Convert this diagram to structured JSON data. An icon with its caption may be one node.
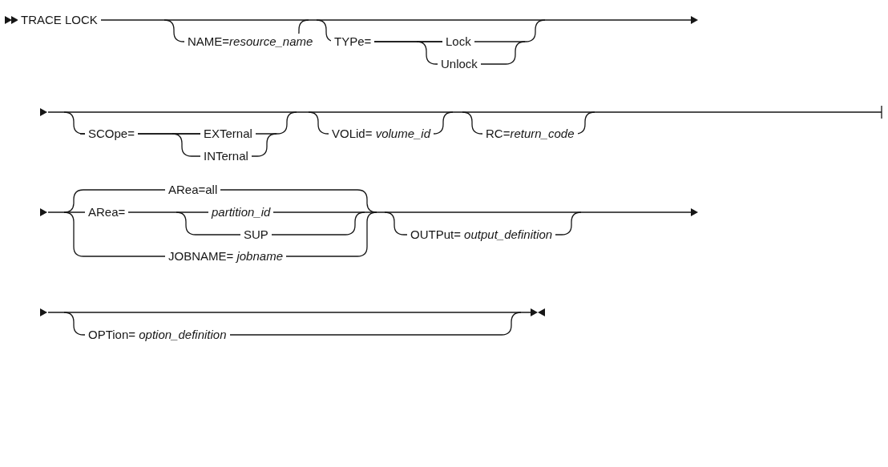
{
  "diagram": {
    "labels": [
      "TRACE LOCK",
      "NAME=*resource_name*",
      "TYPe=",
      "Lock",
      "Unlock",
      "SCOpe=",
      "EXTernal",
      "INTernal",
      "VOLid= *volume_id*",
      "RC=*return_code*",
      "ARea=all",
      "ARea=",
      "partition_id",
      "SUP",
      "JOBNAME= *jobname*",
      "OUTPut= *output_definition*",
      "OPTion= *option_definition*"
    ]
  }
}
